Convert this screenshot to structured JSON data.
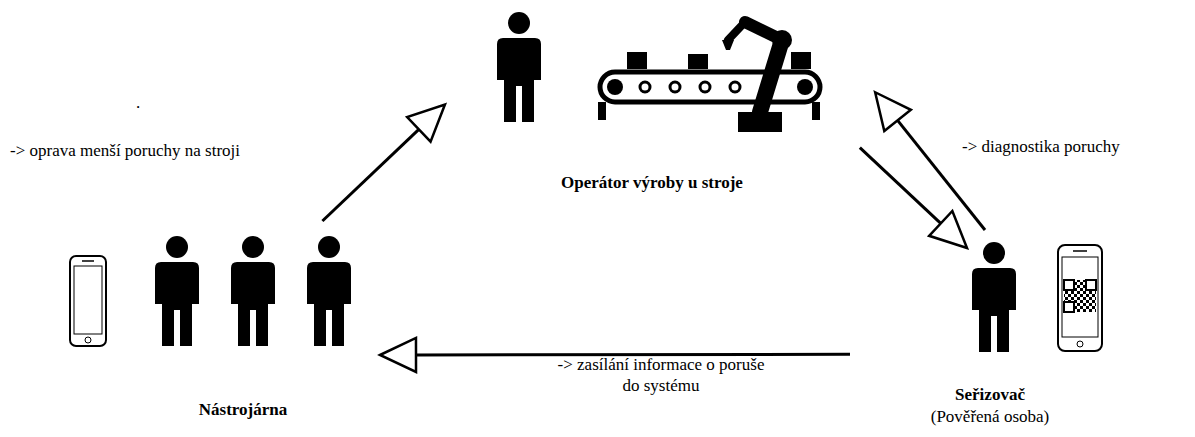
{
  "diagram": {
    "nodes": [
      {
        "text": [
          "Operátor výroby u stroje"
        ]
      },
      {
        "text": [
          "Nástrojárna"
        ]
      },
      {
        "text": [
          "Seřizovač",
          "(Pověřená osoba)"
        ]
      }
    ],
    "edges": [
      {
        "from": 1,
        "to": 0,
        "arrow": "to",
        "label": "-> oprava menší poruchy na stroji"
      },
      {
        "from": 2,
        "to": 0,
        "arrow": "to",
        "label": "-> diagnostika poruchy"
      },
      {
        "from": 0,
        "to": 2,
        "arrow": "to"
      },
      {
        "from": 2,
        "to": 1,
        "arrow": "to",
        "label": "-> zasílání informace o poruše do systému"
      }
    ],
    "labels": [
      "."
    ]
  }
}
